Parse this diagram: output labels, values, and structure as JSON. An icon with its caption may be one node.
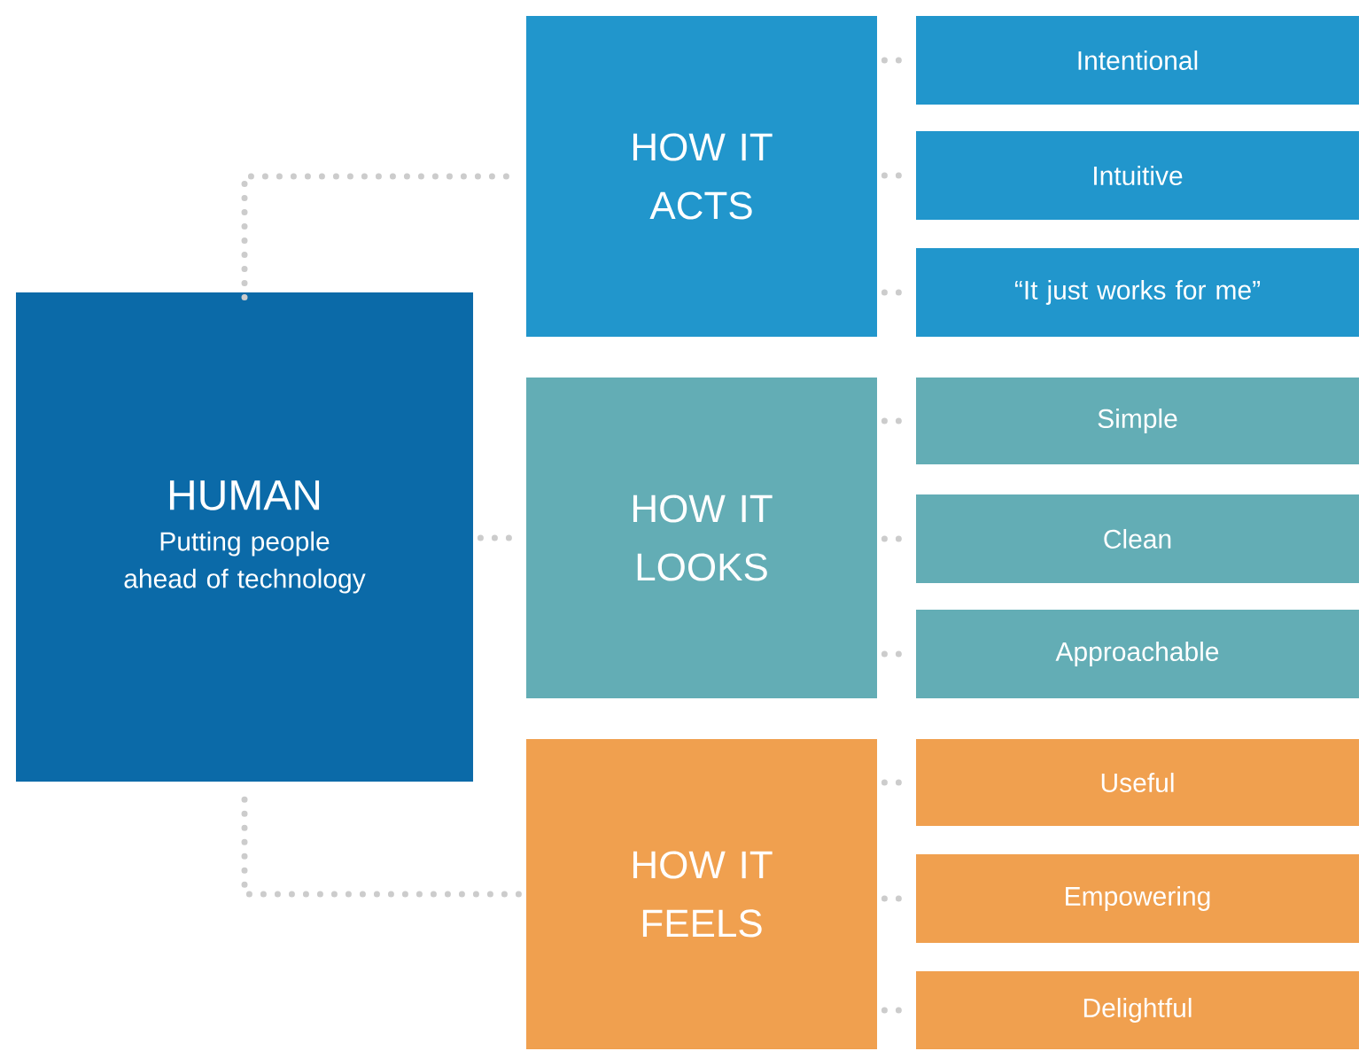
{
  "diagram": {
    "nodes": [
      {
        "text": [
          "HUMAN",
          "Putting people ahead of technology"
        ]
      },
      {
        "text": [
          "HOW IT ACTS"
        ]
      },
      {
        "text": [
          "Intentional"
        ]
      },
      {
        "text": [
          "Intuitive"
        ]
      },
      {
        "text": [
          "“It just works for me”"
        ]
      },
      {
        "text": [
          "HOW IT LOOKS"
        ]
      },
      {
        "text": [
          "Simple"
        ]
      },
      {
        "text": [
          "Clean"
        ]
      },
      {
        "text": [
          "Approachable"
        ]
      },
      {
        "text": [
          "HOW IT FEELS"
        ]
      },
      {
        "text": [
          "Useful"
        ]
      },
      {
        "text": [
          "Empowering"
        ]
      },
      {
        "text": [
          "Delightful"
        ]
      }
    ],
    "edges": [
      {
        "from": 0,
        "to": 1,
        "arrow": "none"
      },
      {
        "from": 0,
        "to": 5,
        "arrow": "none"
      },
      {
        "from": 0,
        "to": 9,
        "arrow": "none"
      },
      {
        "from": 1,
        "to": 2,
        "arrow": "none"
      },
      {
        "from": 1,
        "to": 3,
        "arrow": "none"
      },
      {
        "from": 1,
        "to": 4,
        "arrow": "none"
      },
      {
        "from": 5,
        "to": 6,
        "arrow": "none"
      },
      {
        "from": 5,
        "to": 7,
        "arrow": "none"
      },
      {
        "from": 5,
        "to": 8,
        "arrow": "none"
      },
      {
        "from": 9,
        "to": 10,
        "arrow": "none"
      },
      {
        "from": 9,
        "to": 11,
        "arrow": "none"
      },
      {
        "from": 9,
        "to": 12,
        "arrow": "none"
      }
    ]
  }
}
